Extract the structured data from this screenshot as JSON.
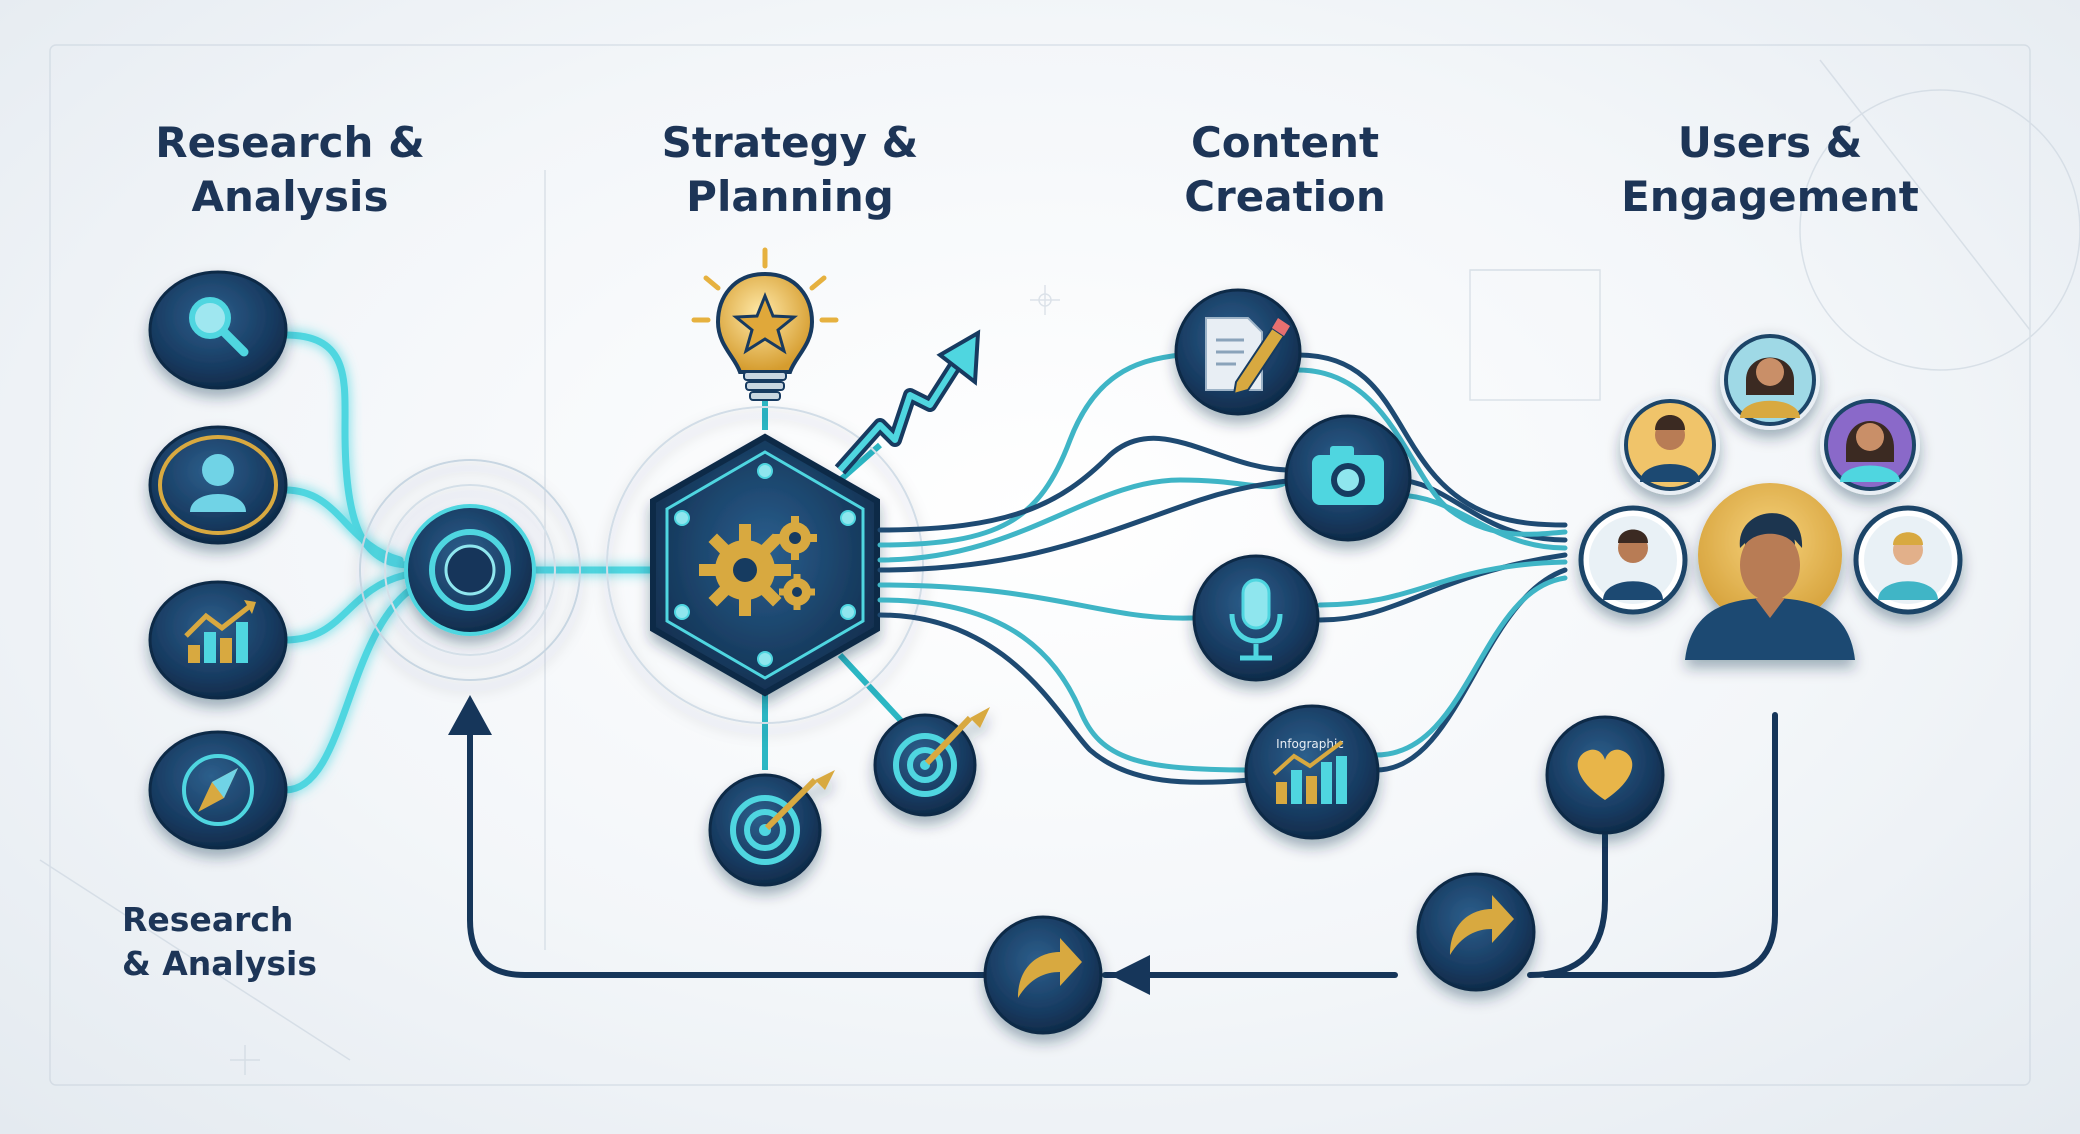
{
  "diagram": {
    "stages": [
      {
        "title": "Research &\nAnalysis"
      },
      {
        "title": "Strategy &\nPlanning"
      },
      {
        "title": "Content\nCreation"
      },
      {
        "title": "Users &\nEngagement"
      }
    ],
    "footer_label": "Research\n& Analysis",
    "infographic_label": "Infographic",
    "icons": {
      "research": [
        "search-icon",
        "user-icon",
        "bar-chart-icon",
        "compass-icon"
      ],
      "strategy": [
        "lightbulb-star-icon",
        "gears-icon",
        "trend-arrow-icon",
        "target-icon",
        "target-icon"
      ],
      "content": [
        "document-pencil-icon",
        "camera-icon",
        "microphone-icon",
        "infographic-chart-icon"
      ],
      "engagement": [
        "user-avatar-icon",
        "heart-icon",
        "share-arrow-icon"
      ]
    },
    "colors": {
      "navy": "#16365a",
      "teal": "#4fd6e0",
      "gold": "#d8a93f",
      "text": "#1d3557"
    }
  }
}
